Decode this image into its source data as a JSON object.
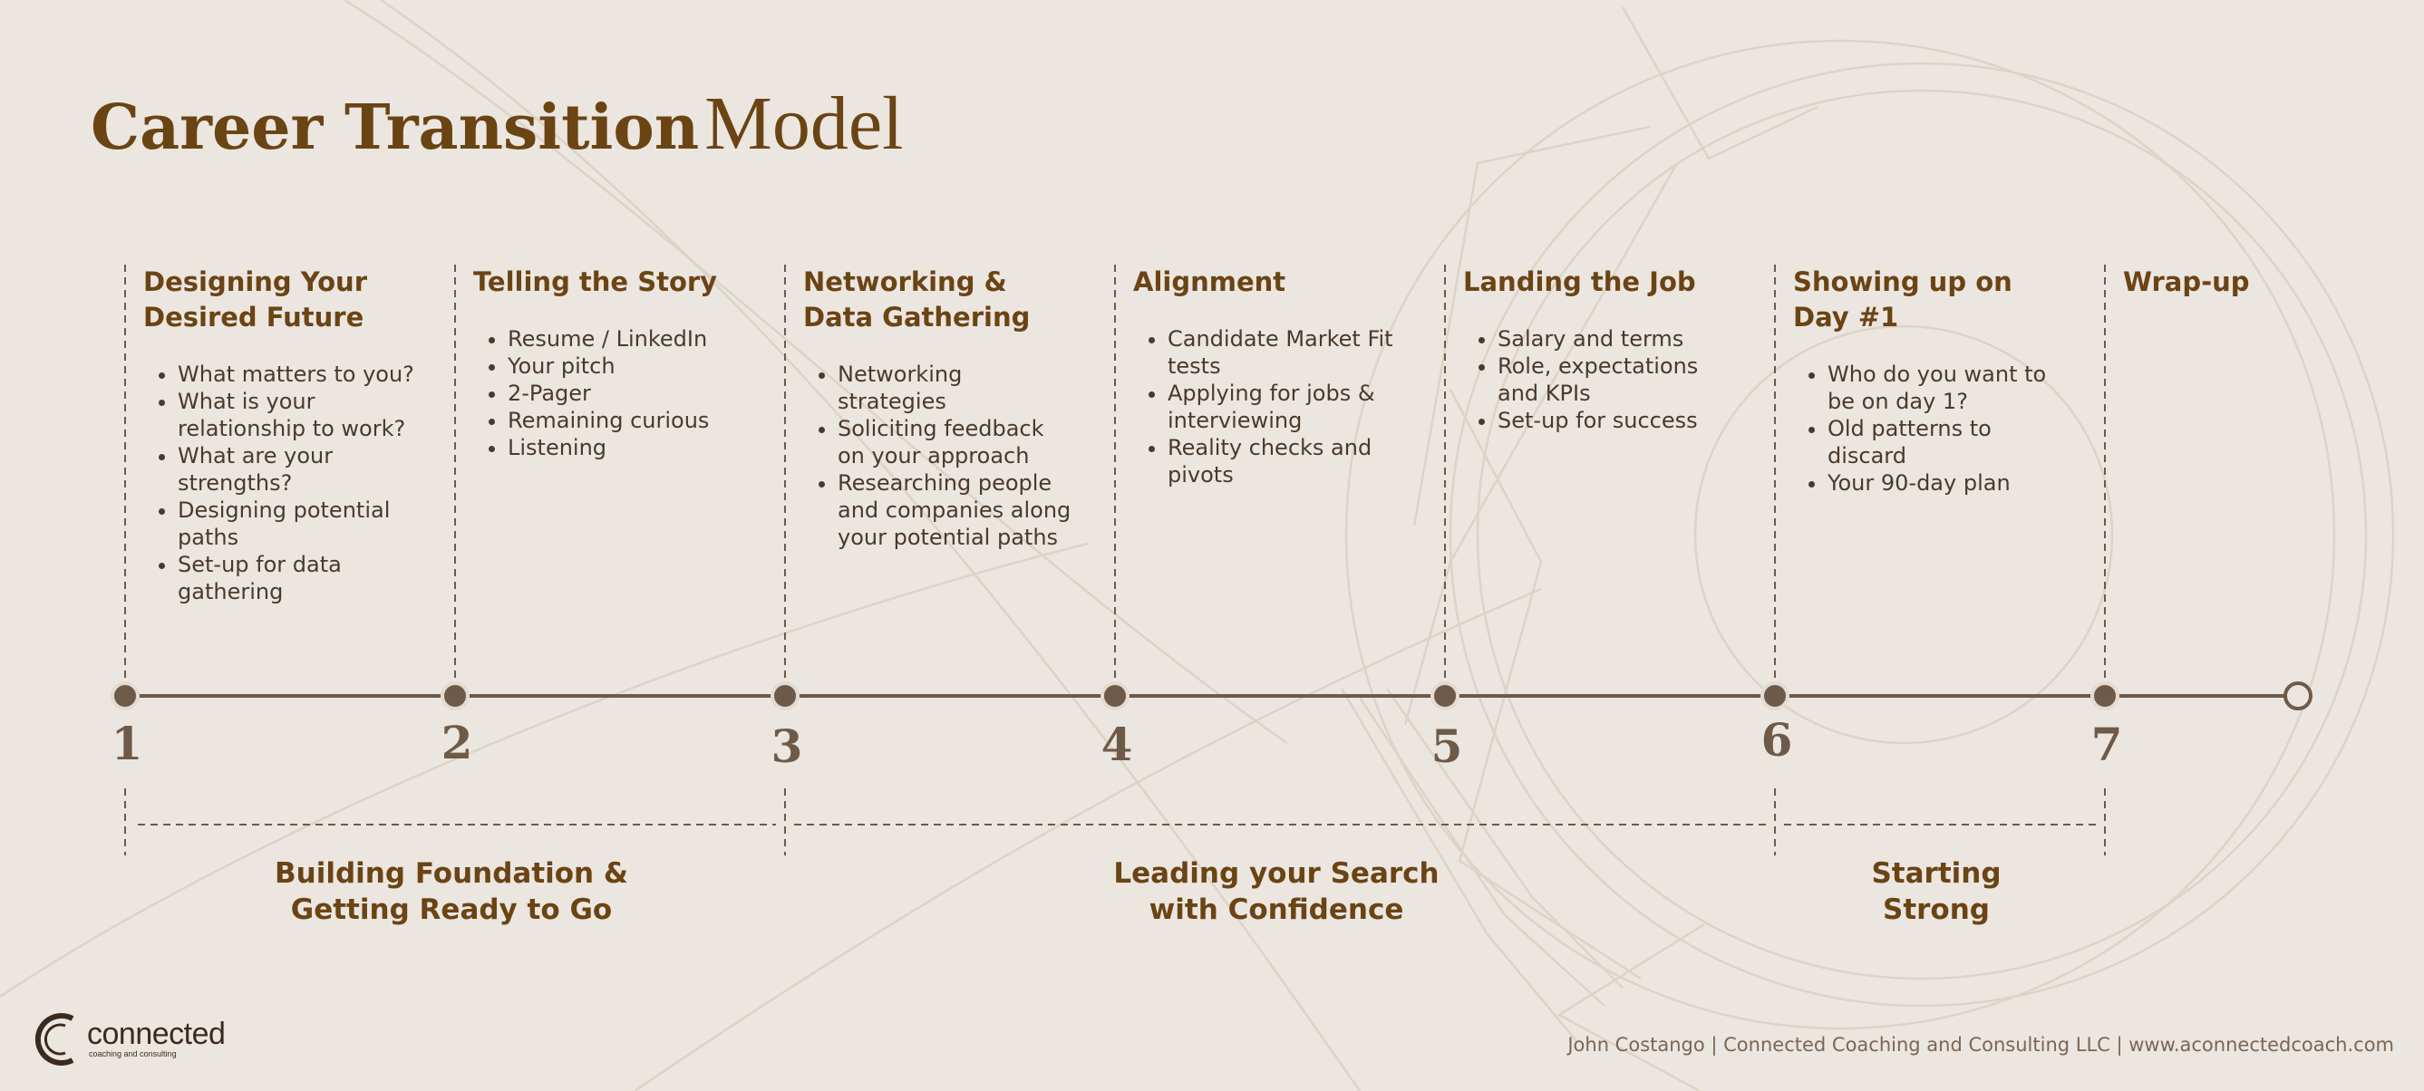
{
  "title_bold": "Career Transition",
  "title_light": "Model",
  "stages": [
    {
      "number": "1",
      "title": "Designing Your Desired Future",
      "items": [
        "What matters to you?",
        "What is your relationship to work?",
        "What are your strengths?",
        "Designing potential paths",
        "Set-up for data gathering"
      ]
    },
    {
      "number": "2",
      "title": "Telling the Story",
      "items": [
        "Resume / LinkedIn",
        "Your pitch",
        "2-Pager",
        "Remaining curious",
        "Listening"
      ]
    },
    {
      "number": "3",
      "title": "Networking & Data Gathering",
      "items": [
        "Networking strategies",
        "Soliciting feedback on your approach",
        "Researching people and companies along your potential paths"
      ]
    },
    {
      "number": "4",
      "title": "Alignment",
      "items": [
        "Candidate Market Fit tests",
        "Applying for jobs & interviewing",
        "Reality checks and pivots"
      ]
    },
    {
      "number": "5",
      "title": "Landing the Job",
      "items": [
        "Salary and terms",
        "Role, expectations and KPIs",
        "Set-up for success"
      ]
    },
    {
      "number": "6",
      "title": "Showing up on Day #1",
      "items": [
        "Who do you want to be on day 1?",
        "Old patterns to discard",
        "Your 90-day plan"
      ]
    },
    {
      "number": "7",
      "title": "Wrap-up",
      "items": []
    }
  ],
  "phases": [
    {
      "label": "Building Foundation &\nGetting Ready to Go"
    },
    {
      "label": "Leading your Search\nwith Confidence"
    },
    {
      "label": "Starting\nStrong"
    }
  ],
  "logo": {
    "name": "connected",
    "tagline": "coaching and consulting"
  },
  "footer": "John Costango | Connected Coaching and Consulting LLC | www.aconnectedcoach.com",
  "colors": {
    "background": "#ece6e1",
    "heading": "#6b4414",
    "timeline": "#6e5a48",
    "text": "#4a3a2c"
  }
}
